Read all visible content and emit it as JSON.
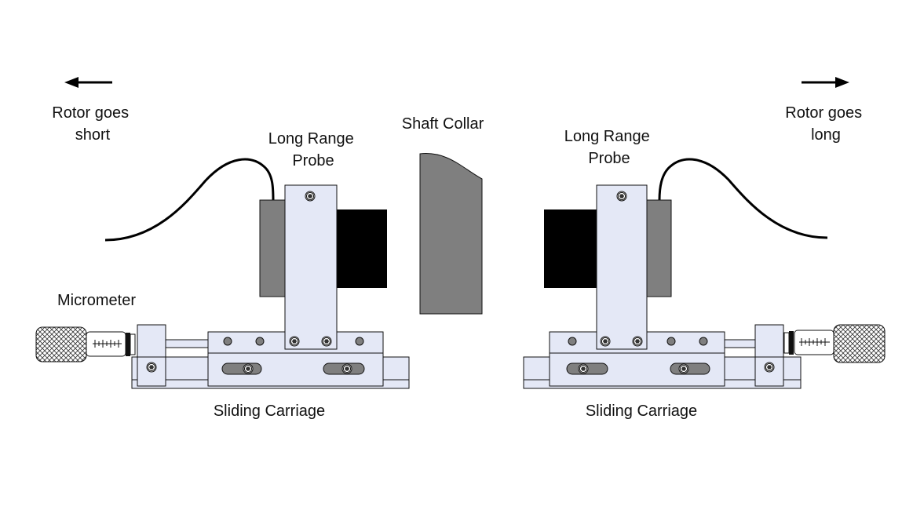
{
  "labels": {
    "rotor_short_line1": "Rotor goes",
    "rotor_short_line2": "short",
    "rotor_long_line1": "Rotor goes",
    "rotor_long_line2": "long",
    "shaft_collar": "Shaft Collar",
    "probe_left_line1": "Long Range",
    "probe_left_line2": "Probe",
    "probe_right_line1": "Long Range",
    "probe_right_line2": "Probe",
    "micrometer": "Micrometer",
    "carriage_left": "Sliding Carriage",
    "carriage_right": "Sliding Carriage"
  },
  "colors": {
    "plate": "#e4e8f6",
    "probe_body": "#7f7f7f",
    "probe_face": "#000000",
    "collar": "#7f7f7f",
    "outline": "#111111"
  },
  "icons": {
    "left_arrow": "arrow-left-icon",
    "right_arrow": "arrow-right-icon"
  }
}
